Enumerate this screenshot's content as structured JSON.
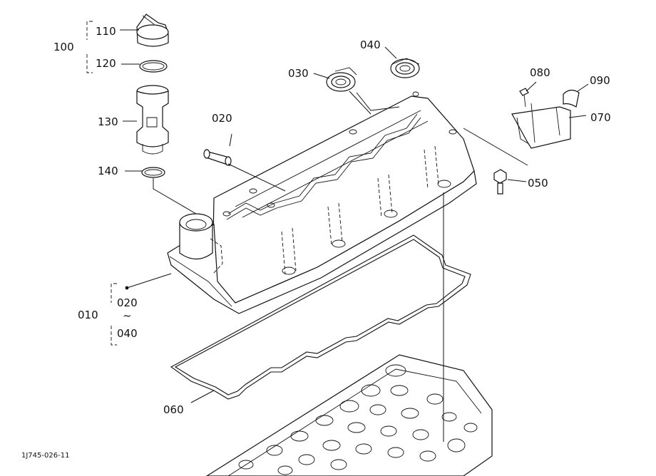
{
  "drawing": {
    "reference_code": "1J745-026-11",
    "callouts": {
      "c010": "010",
      "c020": "020",
      "c030": "030",
      "c040": "040",
      "c050": "050",
      "c060": "060",
      "c070": "070",
      "c080": "080",
      "c090": "090",
      "c100": "100",
      "c110": "110",
      "c120": "120",
      "c130": "130",
      "c140": "140"
    },
    "group_010": {
      "from": "020",
      "tilde": "~",
      "to": "040"
    }
  }
}
